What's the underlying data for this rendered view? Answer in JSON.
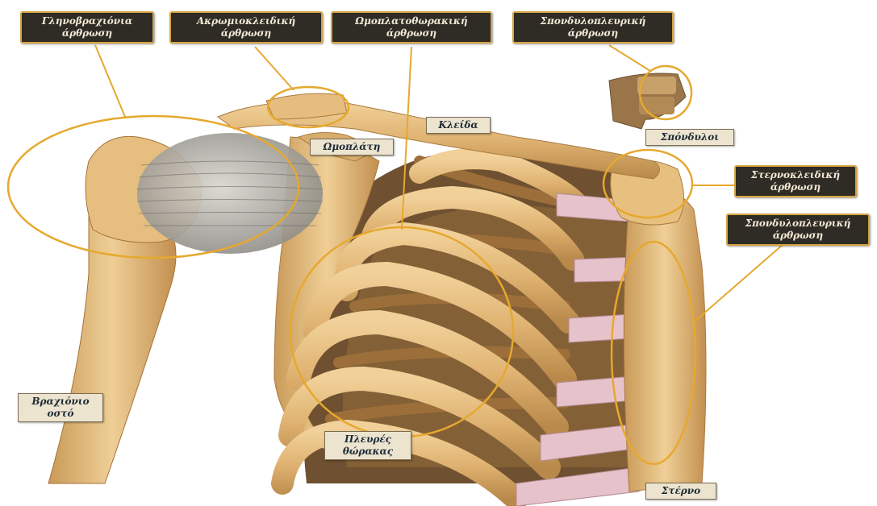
{
  "labels": {
    "glenohumeral": [
      "Γληνοβραχιόνια",
      "άρθρωση"
    ],
    "acromioclavicular": [
      "Ακρωμιοκλειδική",
      "άρθρωση"
    ],
    "scapulothoracic": [
      "Ωμοπλατοθωρακική",
      "άρθρωση"
    ],
    "costovertebral": [
      "Σπονδυλοπλευρική",
      "άρθρωση"
    ],
    "clavicle": "Κλείδα",
    "scapula": "Ωμοπλάτη",
    "vertebrae": "Σπόνδυλοι",
    "sternoclavicular": [
      "Στερνοκλειδική",
      "άρθρωση"
    ],
    "sternocostal": [
      "Σπονδυλοπλευρική",
      "άρθρωση"
    ],
    "humerus": [
      "Βραχιόνιο",
      "οστό"
    ],
    "ribs": [
      "Πλευρές",
      "θώρακας"
    ],
    "sternum": "Στέρνο"
  },
  "colors": {
    "bone": "#e2b978",
    "bone_shadow": "#b98848",
    "cartilage": "#e6c3cb",
    "outline": "#e6a82e",
    "dark_label_bg": "#2f2b25"
  }
}
